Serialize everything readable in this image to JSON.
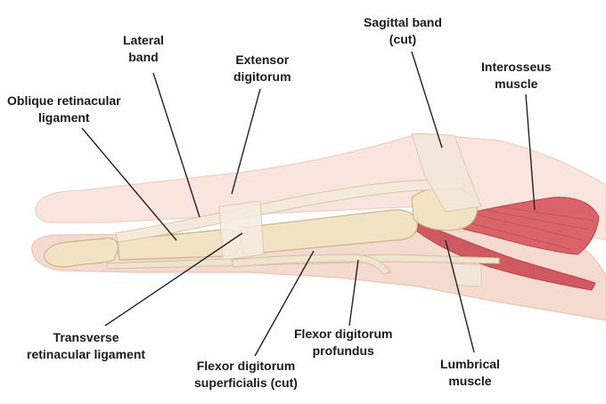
{
  "labels": {
    "lateral_band": [
      "Lateral",
      "band"
    ],
    "extensor_digitorum": [
      "Extensor",
      "digitorum"
    ],
    "sagittal_band": [
      "Sagittal band",
      "(cut)"
    ],
    "interosseus_muscle": [
      "Interosseus",
      "muscle"
    ],
    "oblique_retinacular_ligament": [
      "Oblique retinacular",
      "ligament"
    ],
    "transverse_retinacular_ligament": [
      "Transverse",
      "retinacular ligament"
    ],
    "flexor_digitorum_superficialis": [
      "Flexor digitorum",
      "superficialis (cut)"
    ],
    "flexor_digitorum_profundus": [
      "Flexor digitorum",
      "profundus"
    ],
    "lumbrical_muscle": [
      "Lumbrical",
      "muscle"
    ]
  },
  "colors": {
    "skin": "#f6d9cf",
    "skin_edge": "#e9bfb1",
    "bone": "#f1e3c4",
    "bone_edge": "#cdb48a",
    "tendon": "#f3eadb",
    "muscle": "#d8646a",
    "muscle_dark": "#b9424a",
    "leader_line": "#222222"
  }
}
